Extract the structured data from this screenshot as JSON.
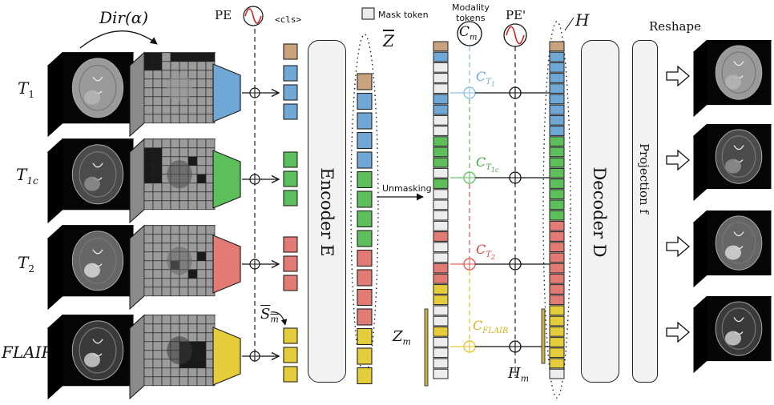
{
  "labels": {
    "dirichlet": "Dir(α)",
    "pe": "PE",
    "cls": "<cls>",
    "mask_token": "Mask token",
    "modality_tokens_line1": "Modality",
    "modality_tokens_line2": "tokens",
    "cm": "C",
    "cm_sub": "m",
    "pe_prime": "PE'",
    "z_bar": "Z",
    "h": "H",
    "reshape": "Reshape",
    "unmasking": "Unmasking",
    "encoder": "Encoder E",
    "decoder": "Decoder D",
    "projection": "Projection f",
    "s_m": "S",
    "s_m_sub": "m",
    "z_m": "Z",
    "z_m_sub": "m",
    "h_m": "H",
    "h_m_sub": "m"
  },
  "modalities": [
    {
      "name": "T",
      "sub": "1",
      "color": "#6fa8d6",
      "token_label": "C",
      "token_sub": "T",
      "token_subsub": "1"
    },
    {
      "name": "T",
      "sub": "1c",
      "color": "#5cbf5a",
      "token_label": "C",
      "token_sub": "T",
      "token_subsub": "1c"
    },
    {
      "name": "T",
      "sub": "2",
      "color": "#e17b73",
      "token_label": "C",
      "token_sub": "T",
      "token_subsub": "2"
    },
    {
      "name": "FLAIR",
      "sub": "",
      "color": "#e4cc3a",
      "token_label": "C",
      "token_sub": "FLAIR",
      "token_subsub": ""
    }
  ],
  "colors": {
    "cls": "#c9a27e",
    "blue": "#6fa8d6",
    "green": "#5cbf5a",
    "red": "#e17b73",
    "yellow": "#e4cc3a",
    "mask": "#ededed",
    "line_blue": "#8ec1e6",
    "line_green": "#6cc36a",
    "line_red": "#e3605a",
    "line_yellow": "#e8c630",
    "bar_gold": "#c9b04d"
  },
  "sequences": {
    "z_bar": [
      "cls",
      "blue",
      "blue",
      "blue",
      "blue",
      "green",
      "green",
      "green",
      "green",
      "red",
      "red",
      "red",
      "red",
      "yellow",
      "yellow",
      "yellow"
    ],
    "unmasked": [
      "cls",
      "blue",
      "mask",
      "mask",
      "mask",
      "blue",
      "blue",
      "mask",
      "mask",
      "green",
      "green",
      "green",
      "mask",
      "green",
      "mask",
      "mask",
      "mask",
      "mask",
      "red",
      "mask",
      "mask",
      "red",
      "red",
      "yellow",
      "yellow",
      "mask",
      "mask",
      "yellow",
      "mask",
      "mask",
      "mask",
      "mask"
    ],
    "h": [
      "cls",
      "blue",
      "blue",
      "blue",
      "blue",
      "blue",
      "blue",
      "blue",
      "blue",
      "green",
      "green",
      "green",
      "green",
      "green",
      "green",
      "green",
      "green",
      "red",
      "red",
      "red",
      "red",
      "red",
      "red",
      "red",
      "red",
      "yellow",
      "yellow",
      "yellow",
      "yellow",
      "yellow",
      "yellow",
      "mask"
    ]
  }
}
